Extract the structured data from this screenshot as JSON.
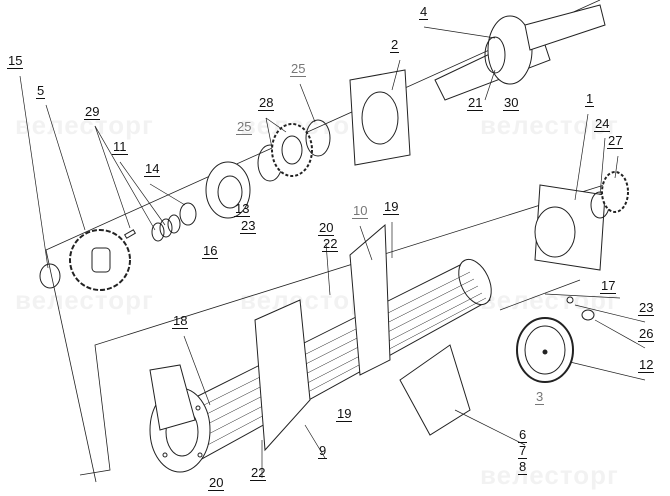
{
  "watermark": "велесторг",
  "callouts": [
    "15",
    "5",
    "29",
    "11",
    "14",
    "13",
    "23",
    "16",
    "25",
    "28",
    "25",
    "2",
    "4",
    "21",
    "30",
    "1",
    "24",
    "27",
    "10",
    "19",
    "20",
    "22",
    "18",
    "19",
    "9",
    "22",
    "20",
    "3",
    "6",
    "7",
    "8",
    "17",
    "23",
    "26",
    "12"
  ],
  "colors": {
    "line": "#222222",
    "text": "#111111",
    "muted_label": "#777777"
  }
}
